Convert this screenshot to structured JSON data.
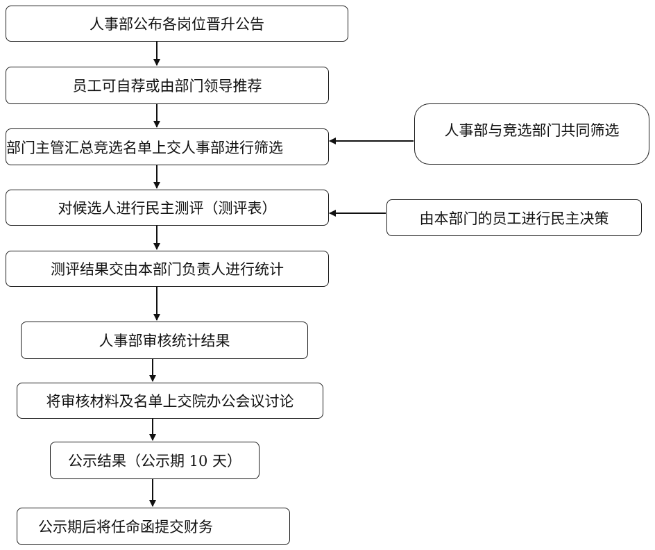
{
  "steps": [
    "人事部公布各岗位晋升公告",
    "员工可自荐或由部门领导推荐",
    "部门主管汇总竞选名单上交人事部进行筛选",
    "对候选人进行民主测评（测评表）",
    "测评结果交由本部门负责人进行统计",
    "人事部审核统计结果",
    "将审核材料及名单上交院办公会议讨论",
    "公示结果（公示期 10 天）",
    "公示期后将任命函提交财务"
  ],
  "side_notes": [
    "人事部与竞选部门共同筛选",
    "由本部门的员工进行民主决策"
  ]
}
